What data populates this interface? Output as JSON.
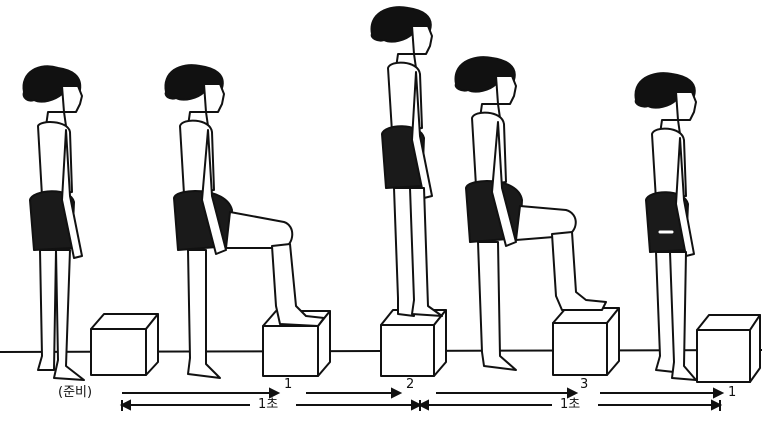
{
  "diagram": {
    "labels": {
      "ready": "(준비)",
      "step_1": "1",
      "step_2": "2",
      "step_3": "3",
      "step_end": "1",
      "interval_a": "1초",
      "interval_b": "1초"
    },
    "figures": [
      {
        "pose": "standing-ready"
      },
      {
        "pose": "one-foot-on-box"
      },
      {
        "pose": "both-feet-on-box"
      },
      {
        "pose": "one-foot-on-box"
      },
      {
        "pose": "standing-down"
      }
    ],
    "colors": {
      "ink": "#111111",
      "paper": "#ffffff",
      "shorts": "#1a1a1a"
    }
  }
}
